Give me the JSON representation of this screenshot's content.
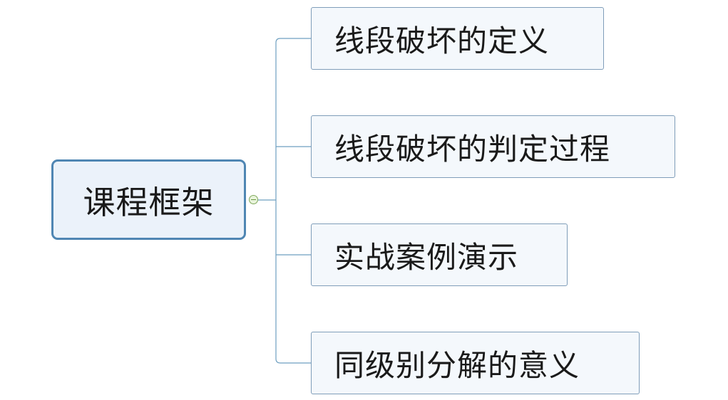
{
  "mindmap": {
    "root": {
      "label": "课程框架"
    },
    "branches": [
      {
        "label": "线段破坏的定义"
      },
      {
        "label": "线段破坏的判定过程"
      },
      {
        "label": "实战案例演示"
      },
      {
        "label": "同级别分解的意义"
      }
    ]
  },
  "colors": {
    "root_border": "#4f86b3",
    "root_fill": "#ebf2fa",
    "branch_border": "#7f9db9",
    "branch_fill": "#f4f8fc",
    "connector": "#6e9fc0",
    "toggle": "#7fa85b"
  },
  "icons": {
    "collapse_toggle": "minus-circle-icon"
  }
}
